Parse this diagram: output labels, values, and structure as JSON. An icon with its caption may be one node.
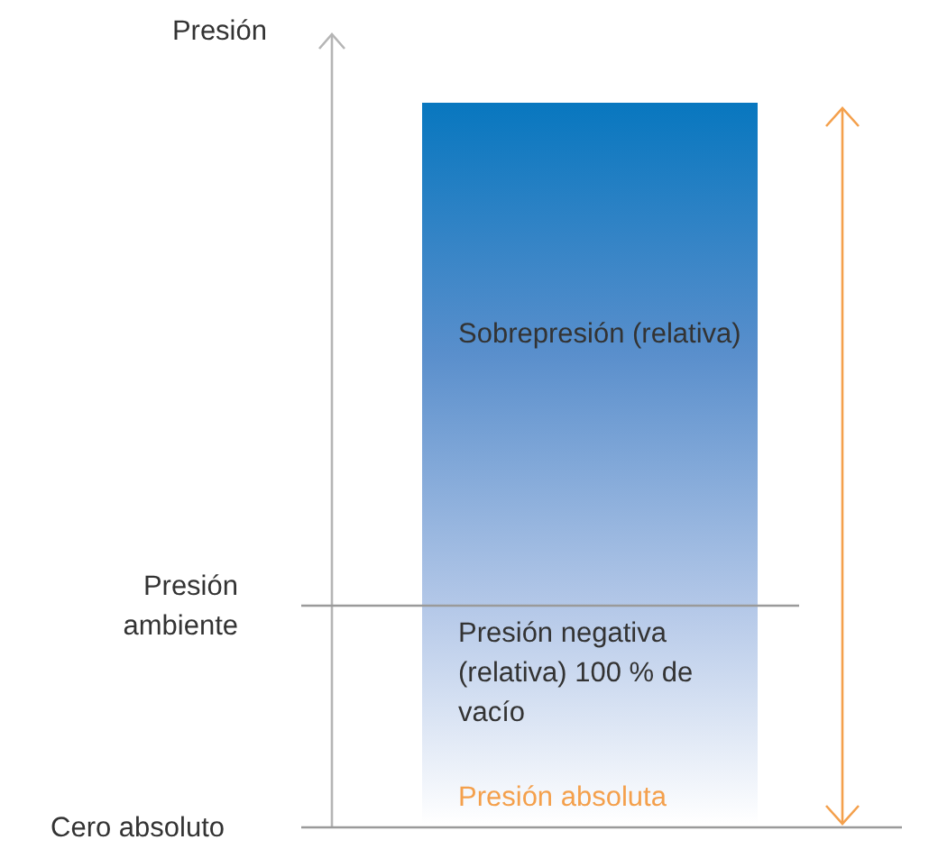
{
  "diagram": {
    "labels": [
      "Presión",
      "Sobrepresión (relativa)",
      "Presión ambiente",
      "Presión negativa (relativa) 100 % de vacío",
      "Cero absoluto",
      "Presión absoluta"
    ]
  }
}
